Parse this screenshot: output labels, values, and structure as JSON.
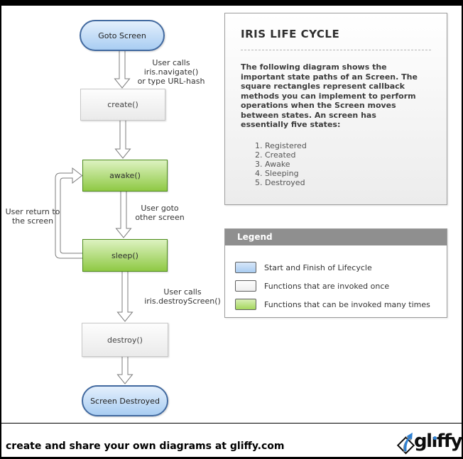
{
  "diagram": {
    "nodes": [
      {
        "id": "goto-screen",
        "label": "Goto Screen",
        "type": "start"
      },
      {
        "id": "create",
        "label": "create()",
        "type": "invoked-once"
      },
      {
        "id": "awake",
        "label": "awake()",
        "type": "invoked-many"
      },
      {
        "id": "sleep",
        "label": "sleep()",
        "type": "invoked-many"
      },
      {
        "id": "destroy",
        "label": "destroy()",
        "type": "invoked-once"
      },
      {
        "id": "screen-destroyed",
        "label": "Screen Destroyed",
        "type": "start"
      }
    ],
    "edge_labels": {
      "navigate": {
        "line1": "User calls iris.navigate()",
        "line2": "or type URL-hash"
      },
      "goto_other": {
        "line1": "User goto",
        "line2": "other screen"
      },
      "user_return": {
        "line1": "User return to",
        "line2": "the screen"
      },
      "destroy_call": {
        "line1": "User calls",
        "line2": "iris.destroyScreen()"
      }
    }
  },
  "info_panel": {
    "title": "IRIS LIFE CYCLE",
    "body": "The following diagram shows the important state paths of an Screen. The square rectangles represent callback methods you can implement to perform operations when the Screen moves between states. An screen has essentially five states:",
    "states": [
      "Registered",
      "Created",
      "Awake",
      "Sleeping",
      "Destroyed"
    ]
  },
  "legend": {
    "title": "Legend",
    "items": [
      {
        "swatch": "start",
        "label": "Start and Finish of Lifecycle"
      },
      {
        "swatch": "once",
        "label": "Functions that are invoked once"
      },
      {
        "swatch": "many",
        "label": "Functions that can be invoked many times"
      }
    ]
  },
  "footer": {
    "text": "create and share your own diagrams at gliffy.com",
    "logo": {
      "part1": "gl",
      "dotless_i": "ı",
      "part2": "ffy"
    }
  },
  "colors": {
    "start_fill_top": "#e3effc",
    "start_fill_bottom": "#a9cdf2",
    "start_border": "#41699f",
    "once_fill_top": "#fdfdfd",
    "once_fill_bottom": "#eaeaea",
    "once_border": "#c8c8c8",
    "many_fill_top": "#ddf2c1",
    "many_fill_bottom": "#8fc944",
    "many_border": "#4e8c1d",
    "arrow_stroke": "#7d7d7d",
    "legend_header_bg": "#8f8f8f",
    "logo_blue": "#2e80d2"
  }
}
